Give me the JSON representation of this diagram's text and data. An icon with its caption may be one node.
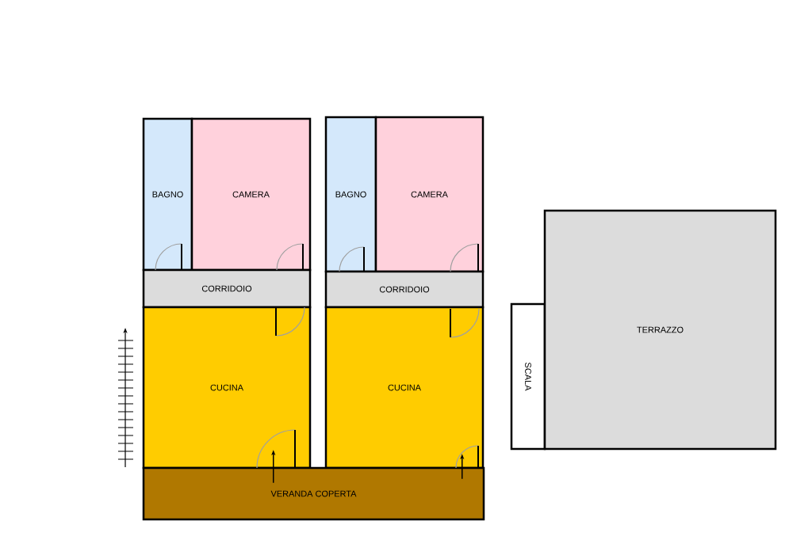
{
  "diagram": {
    "nodes": [
      {
        "text": [
          "BAGNO"
        ]
      },
      {
        "text": [
          "CAMERA"
        ]
      },
      {
        "text": [
          "CORRIDOIO"
        ]
      },
      {
        "text": [
          "CUCINA"
        ]
      },
      {
        "text": [
          "BAGNO"
        ]
      },
      {
        "text": [
          "CAMERA"
        ]
      },
      {
        "text": [
          "CORRIDOIO"
        ]
      },
      {
        "text": [
          "CUCINA"
        ]
      },
      {
        "text": [
          "VERANDA COPERTA"
        ]
      },
      {
        "text": [
          "SCALA"
        ]
      },
      {
        "text": [
          "TERRAZZO"
        ]
      }
    ],
    "edges": [
      {
        "from": 8,
        "to": 3,
        "arrow": "to"
      },
      {
        "from": 8,
        "to": 7,
        "arrow": "to"
      }
    ]
  }
}
